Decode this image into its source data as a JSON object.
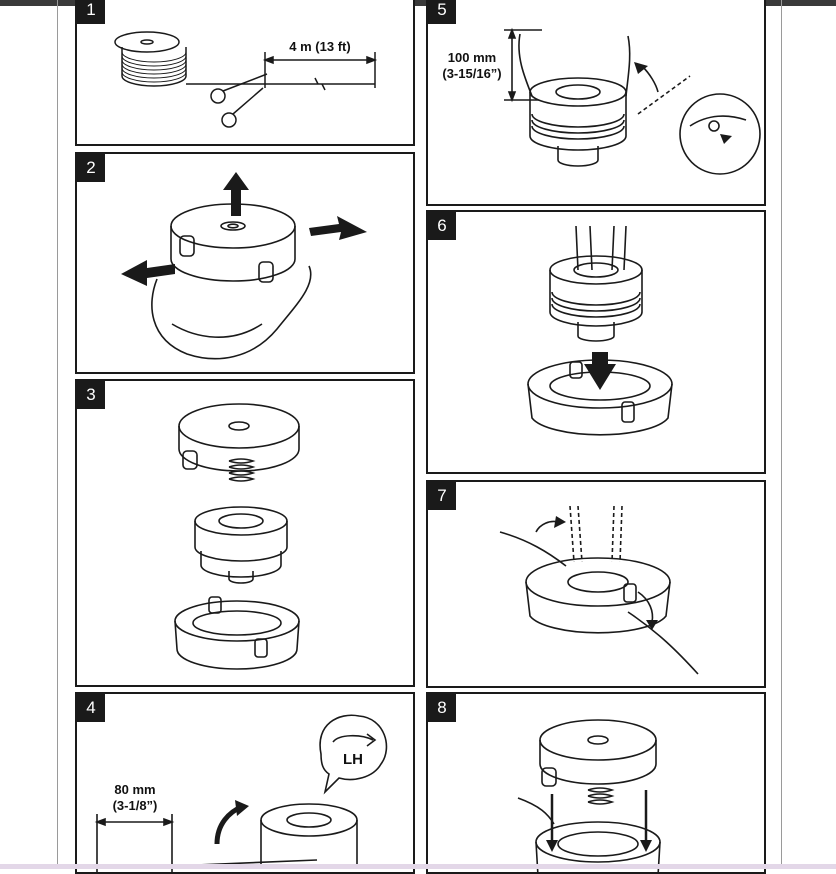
{
  "steps": [
    {
      "number": "1",
      "label": "4 m (13 ft)"
    },
    {
      "number": "2"
    },
    {
      "number": "3"
    },
    {
      "number": "4",
      "label_line1": "80 mm",
      "label_line2": "(3-1/8”)",
      "callout": "LH"
    },
    {
      "number": "5",
      "label_line1": "100 mm",
      "label_line2": "(3-15/16”)"
    },
    {
      "number": "6"
    },
    {
      "number": "7"
    },
    {
      "number": "8"
    }
  ],
  "colors": {
    "ink": "#1a1a1a",
    "frame": "#1a1a1a",
    "badge": "#1a1a1a",
    "top_bar": "#3a3a3a"
  }
}
